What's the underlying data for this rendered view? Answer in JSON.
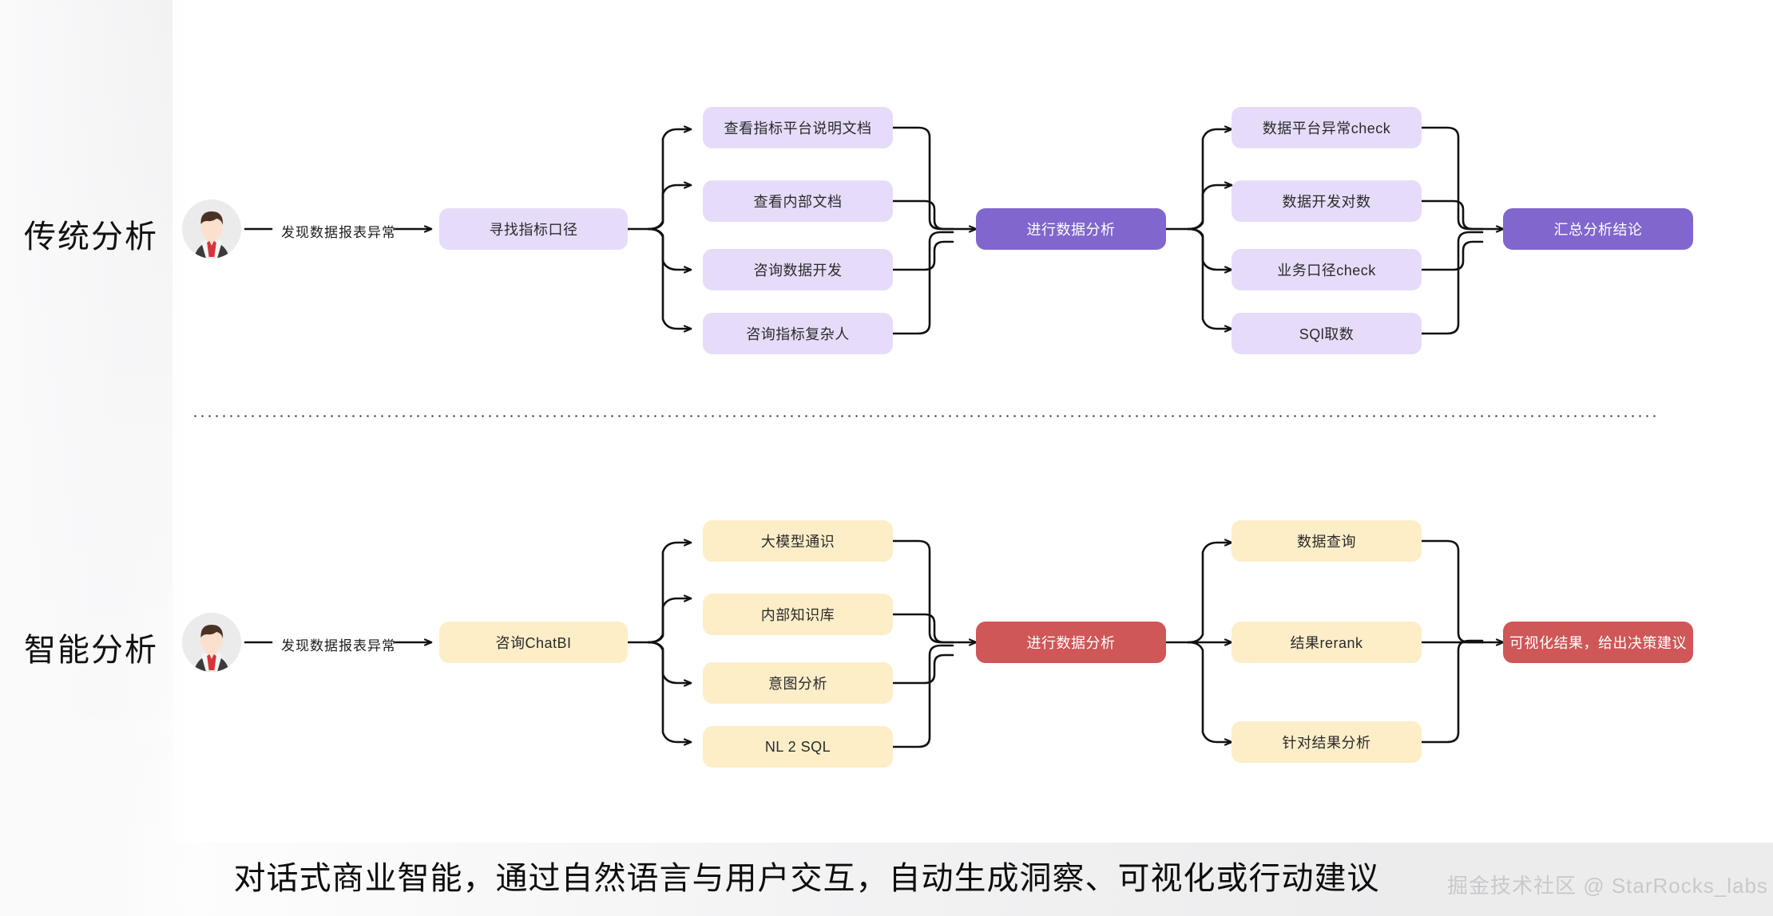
{
  "caption": "对话式商业智能，通过自然语言与用户交互，自动生成洞察、可视化或行动建议",
  "watermark": "掘金技术社区 @ StarRocks_labs",
  "colors": {
    "lavender_fill": "#e6dcfa",
    "purple_fill": "#8066cd",
    "cream_fill": "#fdeec8",
    "red_fill": "#cf5757",
    "wire": "#111111",
    "panel_bg": "#ffffff",
    "page_bg": "#efeff0"
  },
  "rows": [
    {
      "label": "传统分析",
      "edge_caption": "发现数据报表异常",
      "start_node": "寻找指标口径",
      "fan1": [
        "查看指标平台说明文档",
        "查看内部文档",
        "咨询数据开发",
        "咨询指标复杂人"
      ],
      "mid_node": "进行数据分析",
      "fan2": [
        "数据平台异常check",
        "数据开发对数",
        "业务口径check",
        "SQl取数"
      ],
      "end_node": "汇总分析结论"
    },
    {
      "label": "智能分析",
      "edge_caption": "发现数据报表异常",
      "start_node": "咨询ChatBI",
      "fan1": [
        "大模型通识",
        "内部知识库",
        "意图分析",
        "NL 2 SQL"
      ],
      "mid_node": "进行数据分析",
      "fan2": [
        "数据查询",
        "结果rerank",
        "针对结果分析"
      ],
      "end_node": "可视化结果，给出决策建议"
    }
  ]
}
